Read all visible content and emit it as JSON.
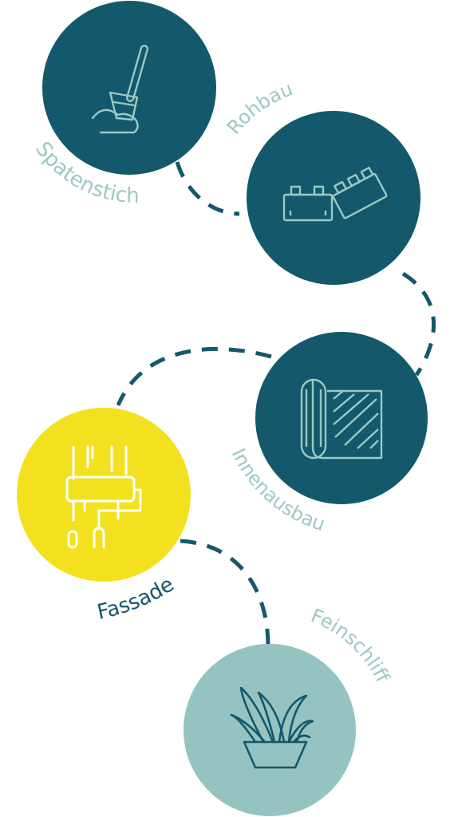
{
  "colors": {
    "dark": "#13596b",
    "yellow": "#f3e11f",
    "light": "#94c3c2",
    "icon_light": "#9cc9c4",
    "icon_dark": "#13596b",
    "icon_on_yellow": "#ffffff"
  },
  "steps": [
    {
      "label": "Spatenstich",
      "icon": "shovel-icon",
      "state": "done"
    },
    {
      "label": "Rohbau",
      "icon": "bricks-icon",
      "state": "done"
    },
    {
      "label": "Innenausbau",
      "icon": "carpet-roll-icon",
      "state": "done"
    },
    {
      "label": "Fassade",
      "icon": "paint-roller-icon",
      "state": "current"
    },
    {
      "label": "Feinschliff",
      "icon": "potted-plant-icon",
      "state": "upcoming"
    }
  ]
}
